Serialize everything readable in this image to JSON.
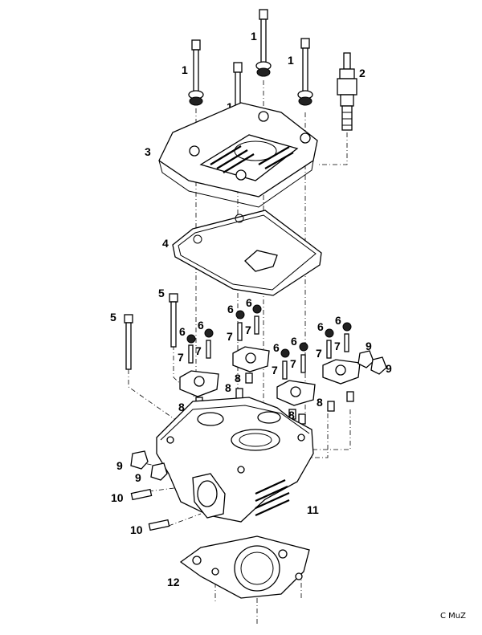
{
  "diagram": {
    "labels": {
      "bolt_1": "1",
      "spark_plug": "2",
      "valve_cover": "3",
      "cover_gasket": "4",
      "long_bolt_5": "5",
      "nut_6": "6",
      "stud_7": "7",
      "dowel_8": "8",
      "nut_9": "9",
      "stud_10": "10",
      "cylinder_head": "11",
      "head_gasket": "12"
    },
    "copyright": "C MuZ"
  }
}
